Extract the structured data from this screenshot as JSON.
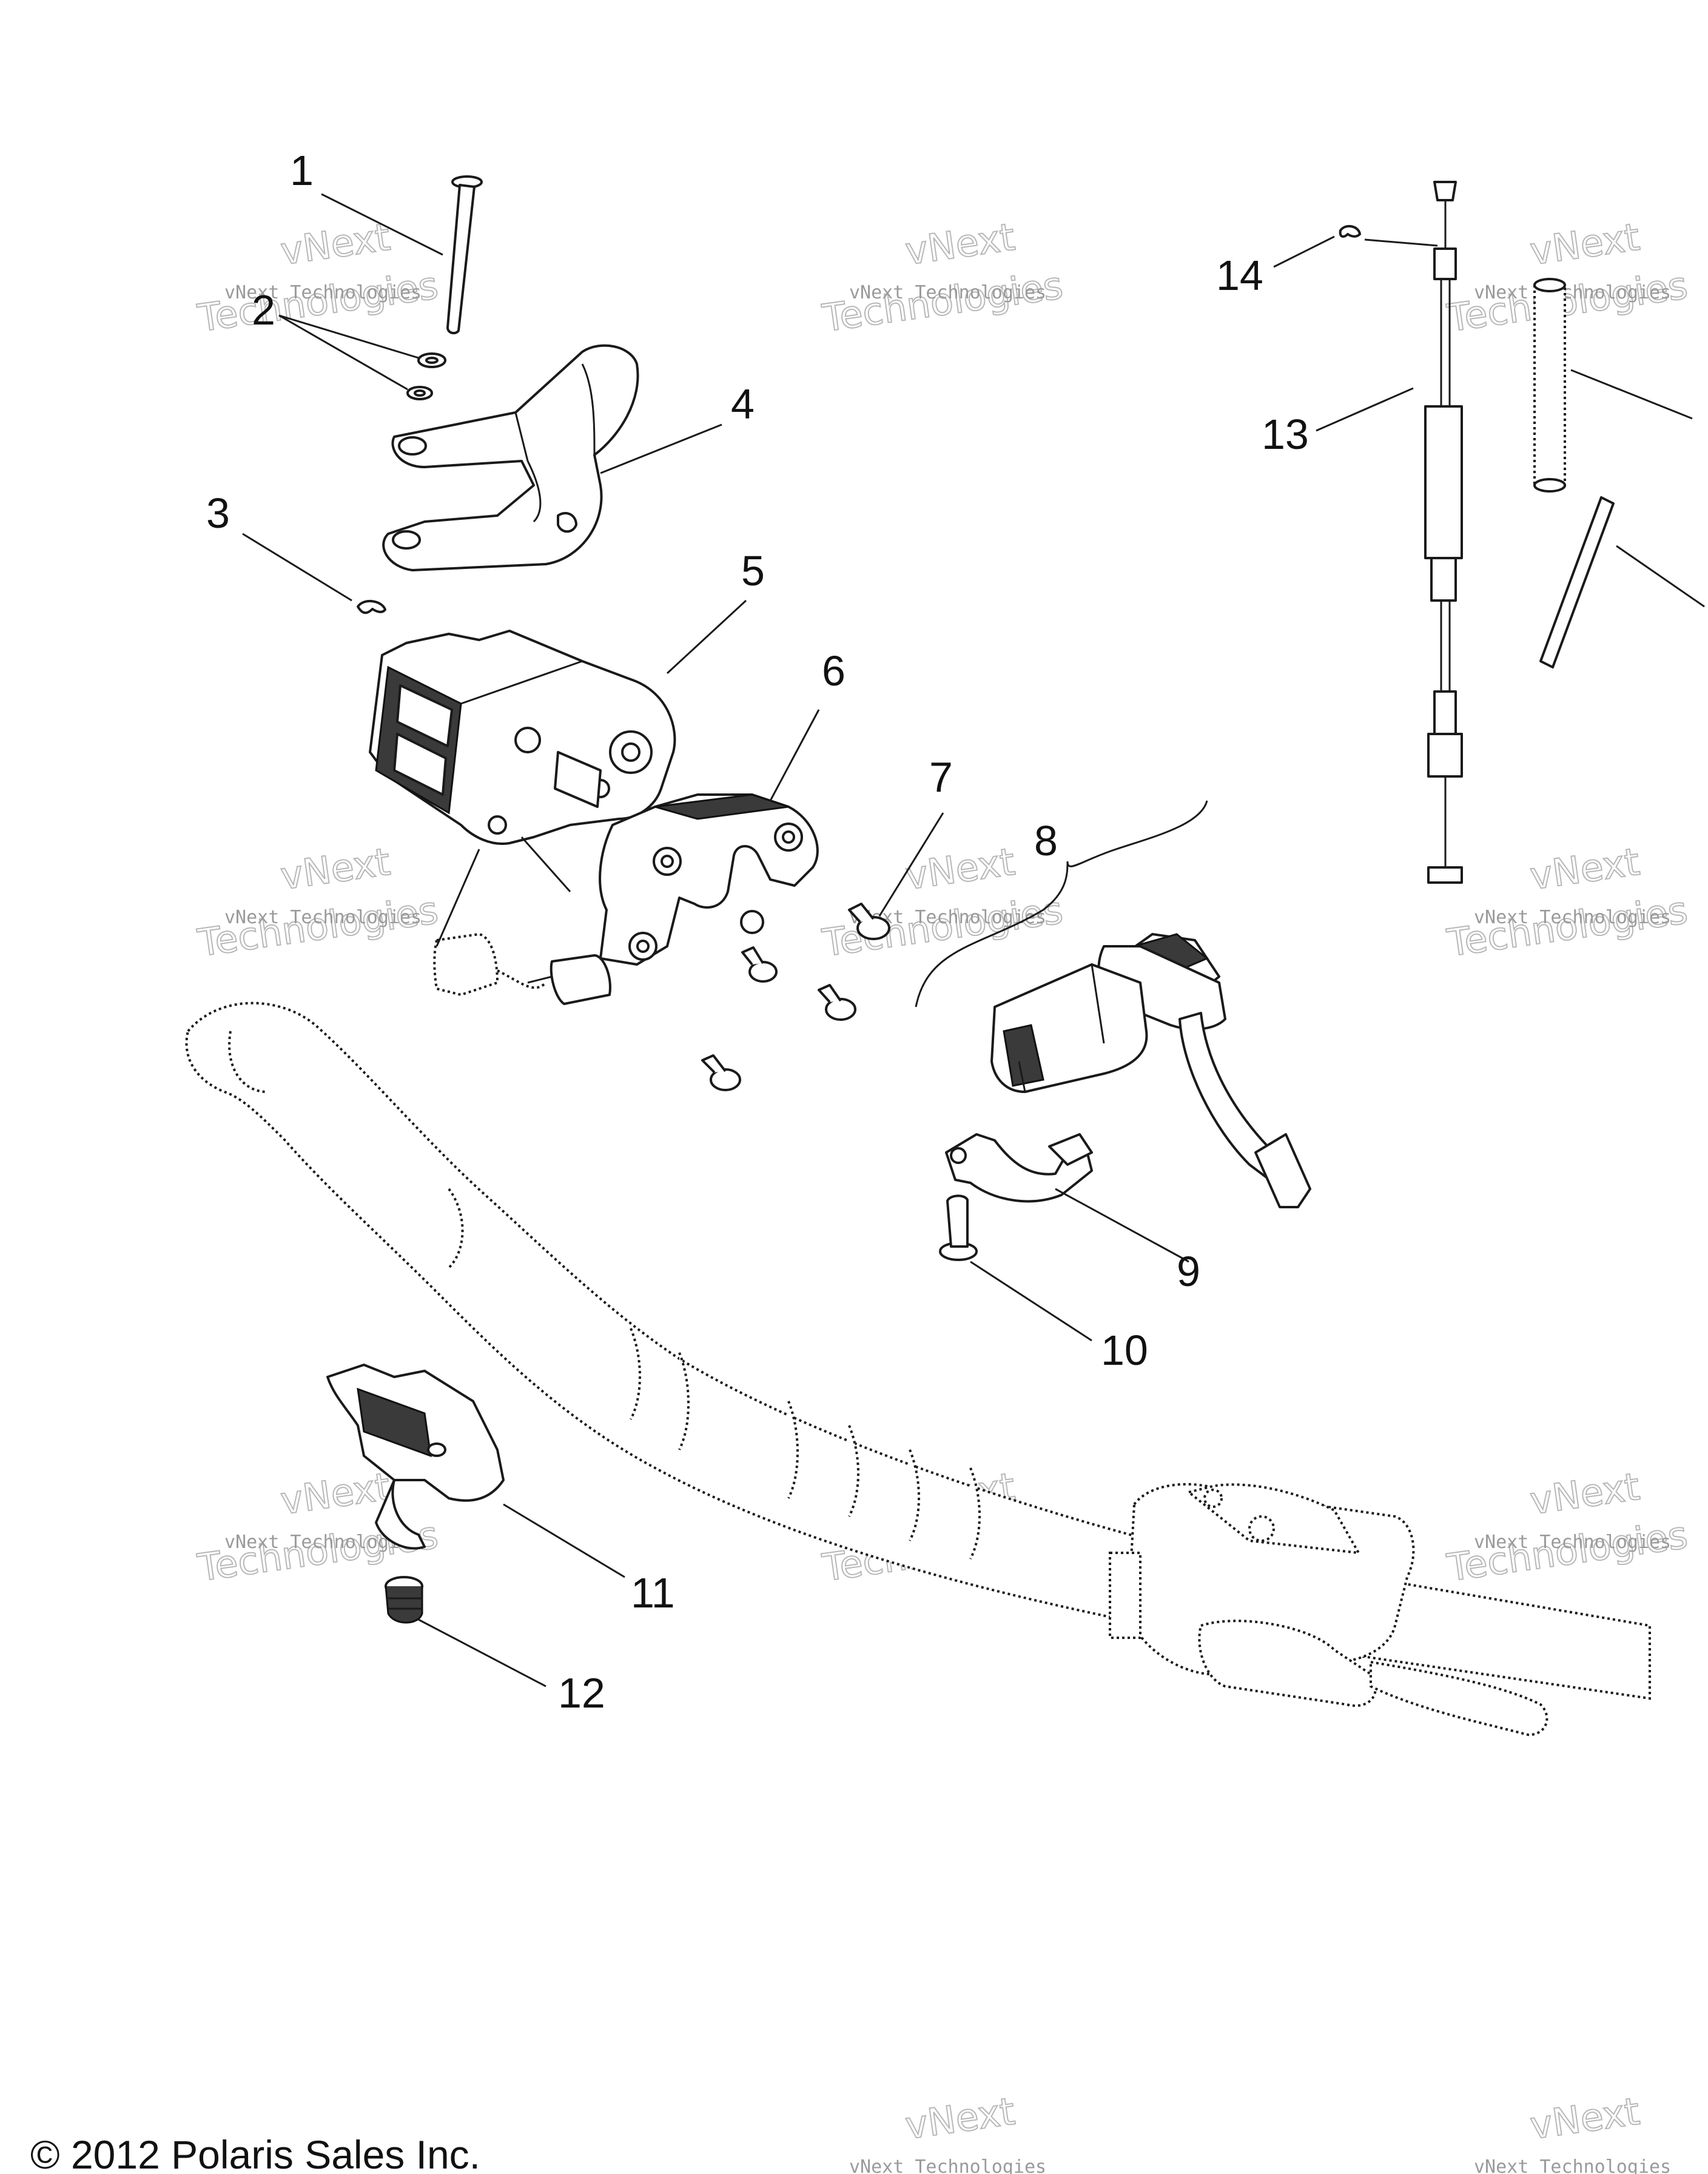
{
  "callouts": [
    {
      "id": "1",
      "text": "1"
    },
    {
      "id": "2",
      "text": "2"
    },
    {
      "id": "3",
      "text": "3"
    },
    {
      "id": "4",
      "text": "4"
    },
    {
      "id": "5",
      "text": "5"
    },
    {
      "id": "6",
      "text": "6"
    },
    {
      "id": "7",
      "text": "7"
    },
    {
      "id": "8",
      "text": "8"
    },
    {
      "id": "9",
      "text": "9"
    },
    {
      "id": "10",
      "text": "10"
    },
    {
      "id": "11",
      "text": "11"
    },
    {
      "id": "12",
      "text": "12"
    },
    {
      "id": "13",
      "text": "13"
    },
    {
      "id": "14",
      "text": "14"
    }
  ],
  "watermark": {
    "line1": "vNext Technologies",
    "line2": "Technologies",
    "line3": "vNext"
  },
  "copyright": "© 2012 Polaris Sales Inc."
}
